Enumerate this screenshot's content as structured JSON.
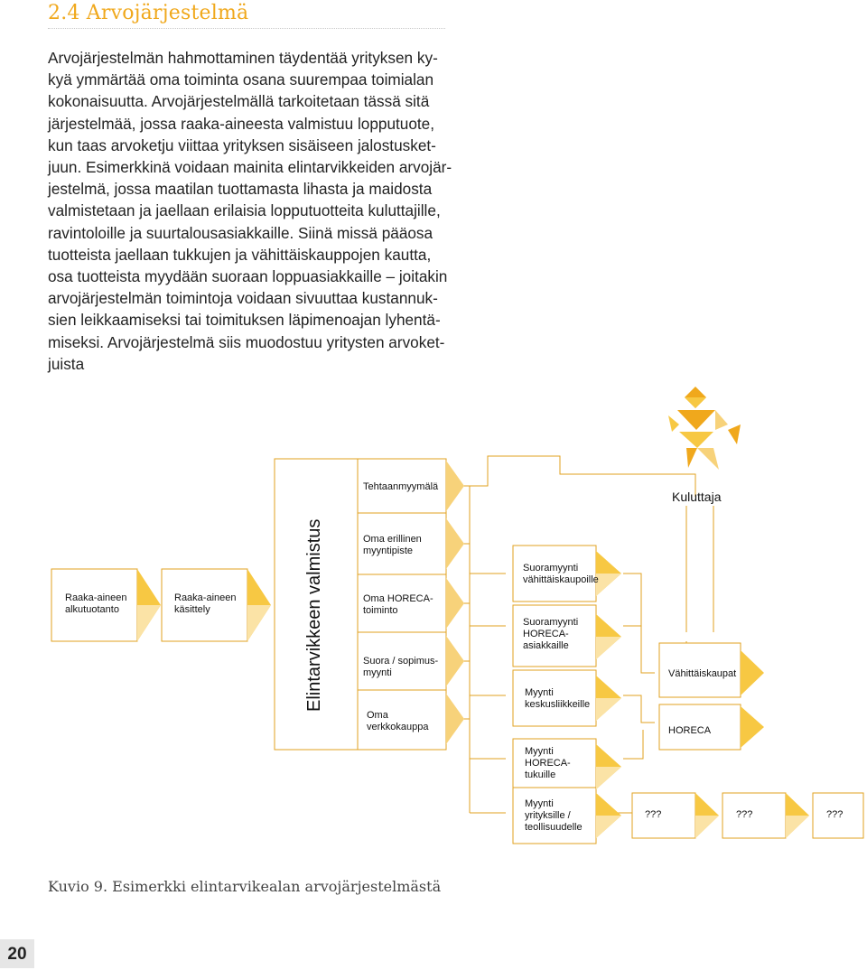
{
  "heading": "2.4 Arvojärjestelmä",
  "body_lines": [
    "Arvojärjestelmän hahmottaminen täydentää yrityksen ky-",
    "kyä ymmärtää oma toiminta osana suurempaa toimialan",
    "kokonaisuutta. Arvojärjestelmällä tarkoitetaan tässä sitä",
    "järjestelmää, jossa raaka-aineesta valmistuu lopputuote,",
    "kun taas arvoketju viittaa yrityksen sisäiseen jalostusket-",
    "juun. Esimerkkinä voidaan mainita elintarvikkeiden arvojär-",
    "jestelmä, jossa maatilan tuottamasta lihasta ja maidosta",
    "valmistetaan ja jaellaan erilaisia lopputuotteita kuluttajille,",
    "ravintoloille ja suurtalousasiakkaille. Siinä missä pääosa",
    "tuotteista jaellaan tukkujen ja vähittäiskauppojen kautta,",
    "osa tuotteista myydään suoraan loppuasiakkaille – joitakin",
    "arvojärjestelmän toimintoja voidaan sivuuttaa kustannuk-",
    "sien leikkaamiseksi tai toimituksen läpimenoajan lyhentä-",
    "miseksi. Arvojärjestelmä siis muodostuu yritysten arvoket-",
    "juista"
  ],
  "diagram": {
    "raw_production": "Raaka-aineen\nalkutuotanto",
    "raw_processing": "Raaka-aineen\nkäsittely",
    "manufacturing": "Elintarvikkeen valmistus",
    "factory_shop": "Tehtaanmyymälä",
    "own_shop": "Oma erillinen\nmyyntipiste",
    "own_horeca": "Oma HORECA-\ntoiminto",
    "direct_sales": "Suora / sopimus-\nmyynti",
    "own_webshop": "Oma\nverkkokauppa",
    "direct_retail": "Suoramyynti\nvähittäiskaupoille",
    "direct_horeca": "Suoramyynti\nHORECA-\nasiakkaille",
    "wholesale_sales": "Myynti\nkeskusliikkeille",
    "horeca_wholesale": "Myynti\nHORECA-\ntukuille",
    "b2b_sales": "Myynti\nyrityksille /\nteollisuudelle",
    "retail_stores": "Vähittäiskaupat",
    "horeca": "HORECA",
    "unknown_1": "???",
    "unknown_2": "???",
    "unknown_3": "???",
    "consumer": "Kuluttaja"
  },
  "caption": "Kuvio 9. Esimerkki elintarvikealan arvojärjestelmästä",
  "page_number": "20",
  "colors": {
    "accent": "#f0a81c",
    "light_accent": "#f7d27a",
    "line": "#e2a21f"
  }
}
